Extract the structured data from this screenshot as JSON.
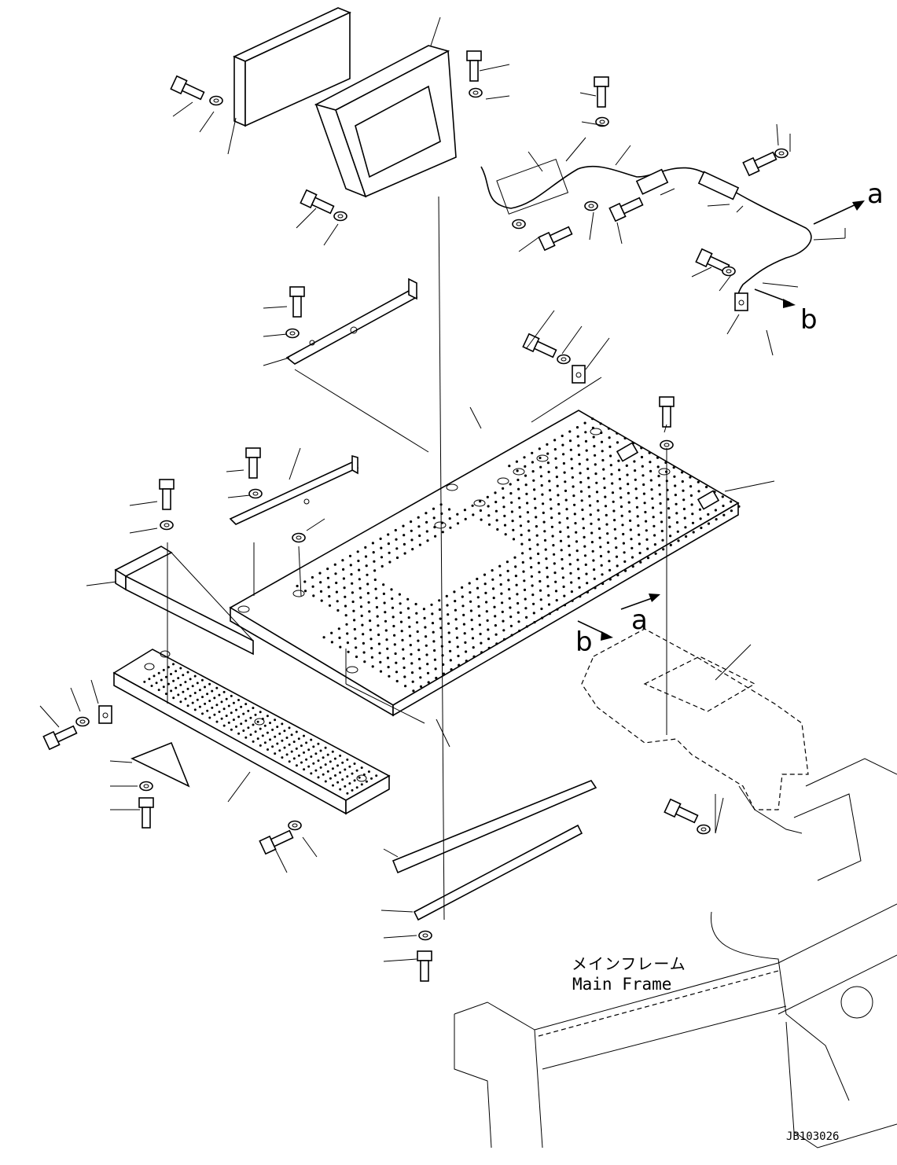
{
  "drawing_number": "JB103026",
  "callouts": {
    "arrow_a": "a",
    "arrow_b": "b"
  },
  "frame_label": {
    "japanese": "メインフレーム",
    "english": "Main Frame"
  }
}
